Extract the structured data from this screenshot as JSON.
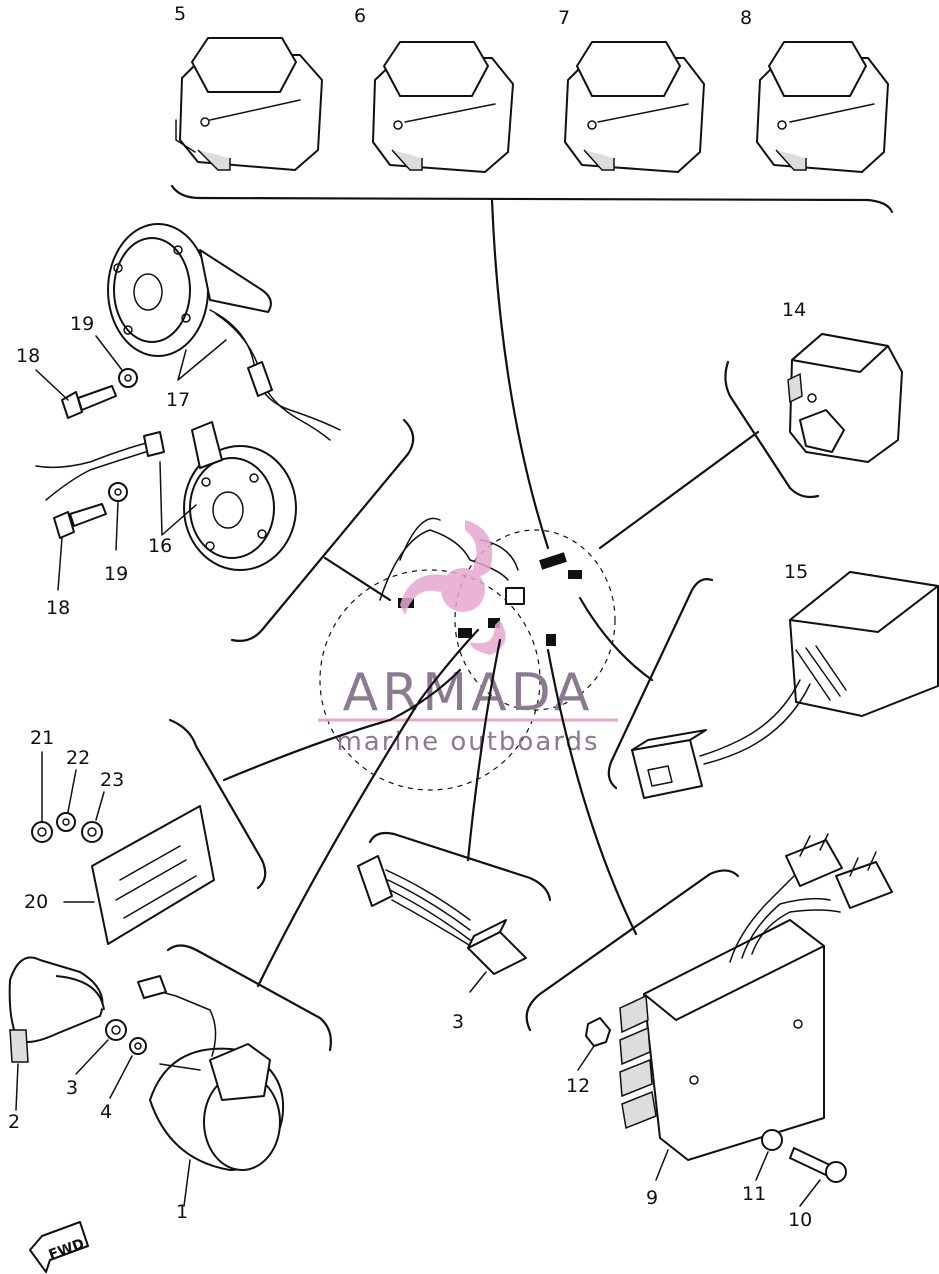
{
  "callouts": {
    "n1": "1",
    "n2": "2",
    "n3a": "3",
    "n3b": "3",
    "n4": "4",
    "n5": "5",
    "n6": "6",
    "n7": "7",
    "n8": "8",
    "n9": "9",
    "n10": "10",
    "n11": "11",
    "n12": "12",
    "n14": "14",
    "n15": "15",
    "n16": "16",
    "n17": "17",
    "n18a": "18",
    "n18b": "18",
    "n19a": "19",
    "n19b": "19",
    "n20": "20",
    "n21": "21",
    "n22": "22",
    "n23": "23"
  },
  "watermark": {
    "title": "ARMADA",
    "subtitle": "marine outboards"
  },
  "fwd_label": "FWD",
  "colors": {
    "line": "#111111",
    "watermark_pink": "#e6a8cf",
    "watermark_text": "#8c7a92"
  }
}
